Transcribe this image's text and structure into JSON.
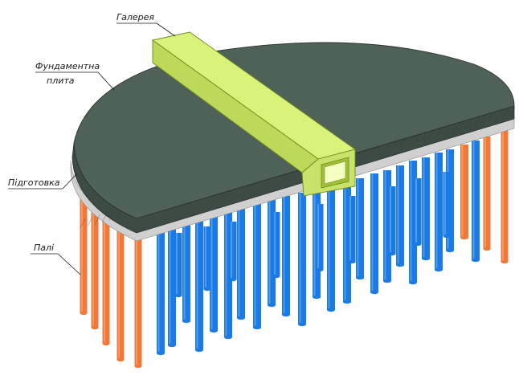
{
  "labels": {
    "gallery": "Галерея",
    "foundation_slab_line1": "Фундаментна",
    "foundation_slab_line2": "плита",
    "base_layer": "Підготовка",
    "piles": "Палі"
  },
  "colors": {
    "slab_top": "#4e6257",
    "slab_side": "#3c4c44",
    "base_layer": "#d0d0d0",
    "gallery_top": "#d9f27a",
    "gallery_side": "#bcd95a",
    "gallery_outline": "#6e8a1e",
    "pile_blue": "#1a7ae6",
    "pile_orange": "#f07838",
    "leader": "#1a1a1a"
  },
  "icons": {
    "piles": "cylindrical-pile",
    "gallery": "box-gallery",
    "slab": "half-disc-slab"
  }
}
